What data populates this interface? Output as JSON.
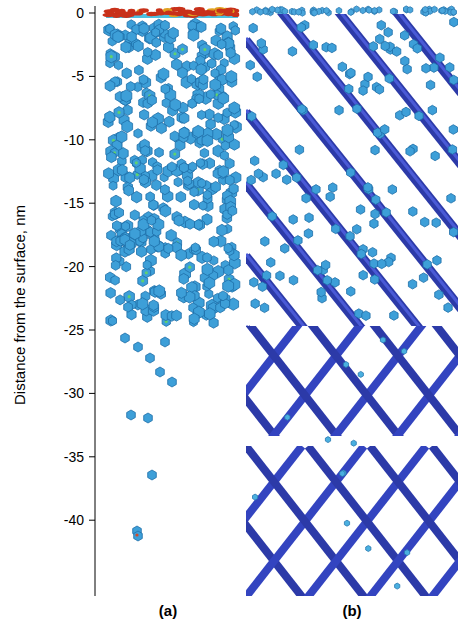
{
  "diagram": {
    "labels": [
      "0",
      "-5",
      "-10",
      "-15",
      "-20",
      "-25",
      "-30",
      "-35",
      "-40",
      "Distance from the surface, nm",
      "(a)",
      "(b)"
    ]
  }
}
